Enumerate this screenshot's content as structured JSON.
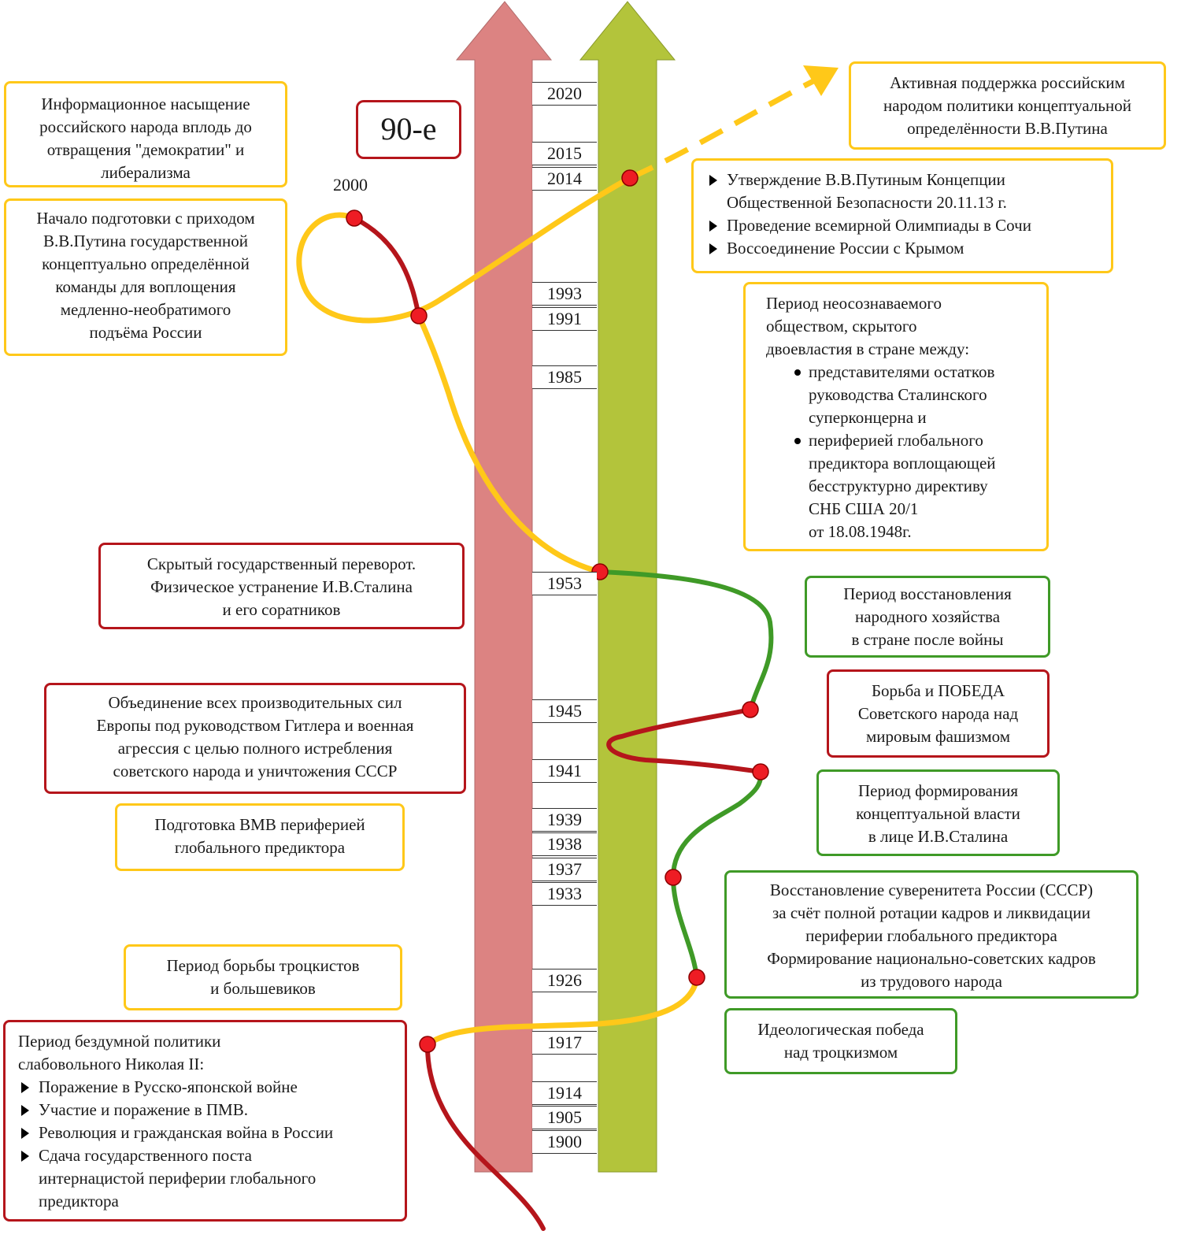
{
  "colors": {
    "left_arrow": "#dc8382",
    "right_arrow": "#b3c43b",
    "yellow": "#ffc819",
    "red": "#b5151b",
    "green": "#3f9a27",
    "marker": "#ee1c24"
  },
  "era_label": "90-е",
  "point_label_2000": "2000",
  "years": [
    "2020",
    "2015",
    "2014",
    "1993",
    "1991",
    "1985",
    "1953",
    "1945",
    "1941",
    "1939",
    "1938",
    "1937",
    "1933",
    "1926",
    "1917",
    "1914",
    "1905",
    "1900"
  ],
  "boxes": {
    "info_saturation": [
      "Информационное насыщение",
      "российского народа вплодь до",
      "отвращения \"демократии\" и",
      "либерализма"
    ],
    "putin_team": [
      "Начало подготовки с приходом",
      "В.В.Путина государственной",
      "концептуально определённой",
      "команды для воплощения",
      "медленно-необратимого",
      "подъёма России"
    ],
    "active_support": [
      "Активная поддержка российским",
      "народом политики концептуальной",
      "определённости В.В.Путина"
    ],
    "events_2014": [
      "Утверждение В.В.Путиным Концепции Общественной Безопасности 20.11.13 г.",
      "Проведение всемирной Олимпиады в Сочи",
      "Воссоединение России с Крымом"
    ],
    "dual_power": {
      "intro": [
        "Период неосознаваемого",
        "обществом, скрытого",
        "двоевластия в стране между:"
      ],
      "bullets": [
        [
          "представителями остатков",
          "руководства Сталинского",
          "суперконцерна и"
        ],
        [
          "периферией глобального",
          "предиктора воплощающей",
          "бесструктурно директиву",
          "СНБ США 20/1",
          "от 18.08.1948г."
        ]
      ]
    },
    "coup": [
      "Скрытый государственный переворот.",
      "Физическое устранение И.В.Сталина",
      "и его соратников"
    ],
    "restoration": [
      "Период восстановления",
      "народного хозяйства",
      "в стране после войны"
    ],
    "victory": [
      "Борьба и ПОБЕДА",
      "Советского народа над",
      "мировым фашизмом"
    ],
    "europe": [
      "Объединение всех производительных сил",
      "Европы под руководством Гитлера и военная",
      "агрессия с целью полного истребления",
      "советского народа и уничтожения СССР"
    ],
    "stalin_power": [
      "Период формирования",
      "концептуальной власти",
      "в лице И.В.Сталина"
    ],
    "wwii_prep": [
      "Подготовка ВМВ периферией",
      "глобального предиктора"
    ],
    "sovereignty": [
      "Восстановление суверенитета России (СССР)",
      "за счёт полной ротации кадров и ликвидации",
      "периферии глобального предиктора",
      "Формирование национально-советских кадров",
      "из трудового народа"
    ],
    "trotskyists": [
      "Период борьбы троцкистов",
      "и  большевиков"
    ],
    "ideological": [
      "Идеологическая победа",
      "над троцкизмом"
    ],
    "nicholas": {
      "intro": [
        "Период бездумной политики",
        "слабовольного Николая II:"
      ],
      "bullets": [
        [
          "Поражение в Русско-японской войне"
        ],
        [
          "Участие и поражение в ПМВ."
        ],
        [
          "Революция и гражданская война в России"
        ],
        [
          "Сдача государственного поста",
          "интернацистой периферии глобального",
          "предиктора"
        ]
      ]
    }
  }
}
